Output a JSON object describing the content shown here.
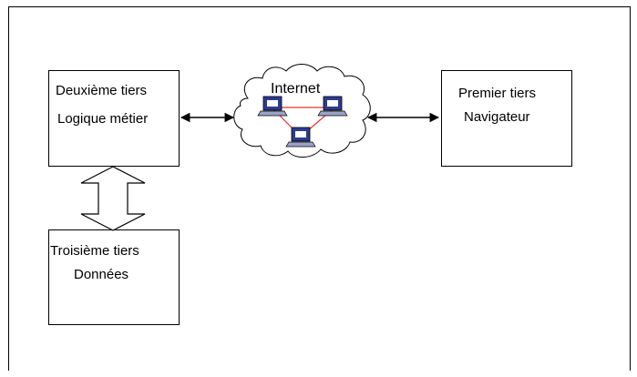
{
  "diagram": {
    "tier2": {
      "line1": "Deuxième tiers",
      "line2": "Logique métier"
    },
    "tier1": {
      "line1": "Premier tiers",
      "line2": "Navigateur"
    },
    "tier3": {
      "line1": "Troisième tiers",
      "line2": "Données"
    },
    "cloud_label": "Internet",
    "icons": [
      "computer-icon",
      "computer-icon",
      "computer-icon"
    ],
    "colors": {
      "network_link": "#e8332b",
      "computer_screen": "#2c3d8f"
    }
  }
}
